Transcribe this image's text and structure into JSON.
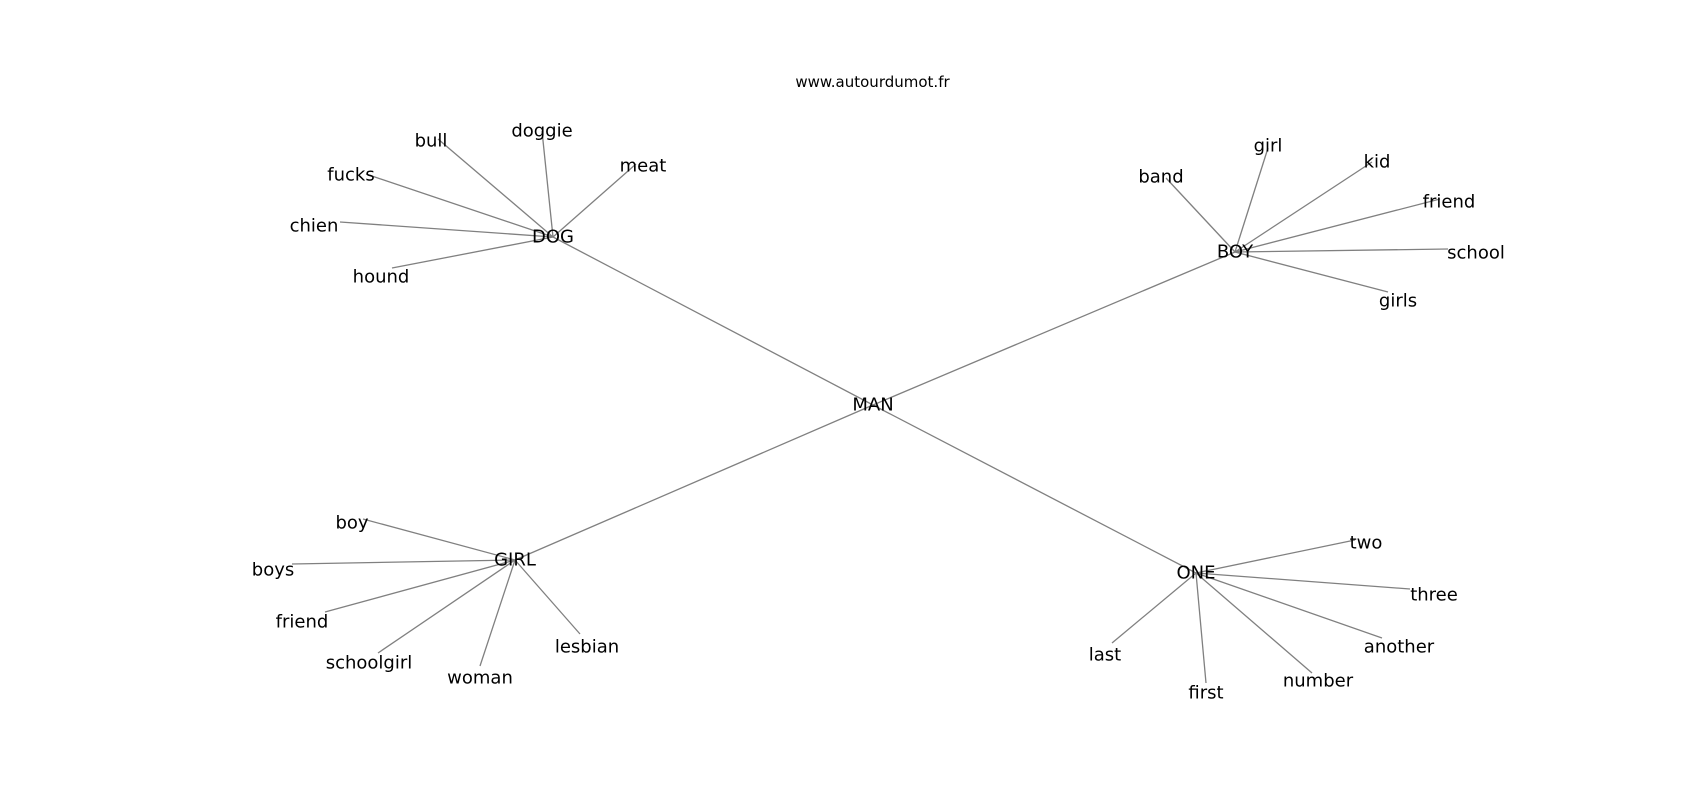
{
  "watermark": "www.autourdumot.fr",
  "center": "MAN",
  "hubs": [
    {
      "label": "DOG",
      "neighbors": [
        "bull",
        "doggie",
        "meat",
        "fucks",
        "chien",
        "hound"
      ]
    },
    {
      "label": "BOY",
      "neighbors": [
        "girl",
        "kid",
        "band",
        "friend",
        "school",
        "girls"
      ]
    },
    {
      "label": "GIRL",
      "neighbors": [
        "boy",
        "boys",
        "friend",
        "schoolgirl",
        "woman",
        "lesbian"
      ]
    },
    {
      "label": "ONE",
      "neighbors": [
        "two",
        "three",
        "another",
        "number",
        "first",
        "last"
      ]
    }
  ],
  "edge_color": "#808080"
}
